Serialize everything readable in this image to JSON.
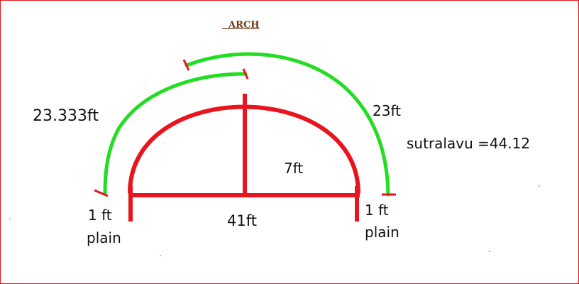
{
  "title": "  ARCH",
  "labels": {
    "inner_arc": "23.333ft",
    "outer_arc": "23ft",
    "sutralavu": "sutralavu =44.12",
    "height": "7ft",
    "span": "41ft",
    "left_plain_top": "1 ft",
    "left_plain_bottom": "plain",
    "right_plain_top": "1 ft",
    "right_plain_bottom": "plain"
  },
  "colors": {
    "arch": "#e8141e",
    "arc_lines": "#22dd22",
    "frame": "#e8141e",
    "title": "#6b3a12"
  }
}
